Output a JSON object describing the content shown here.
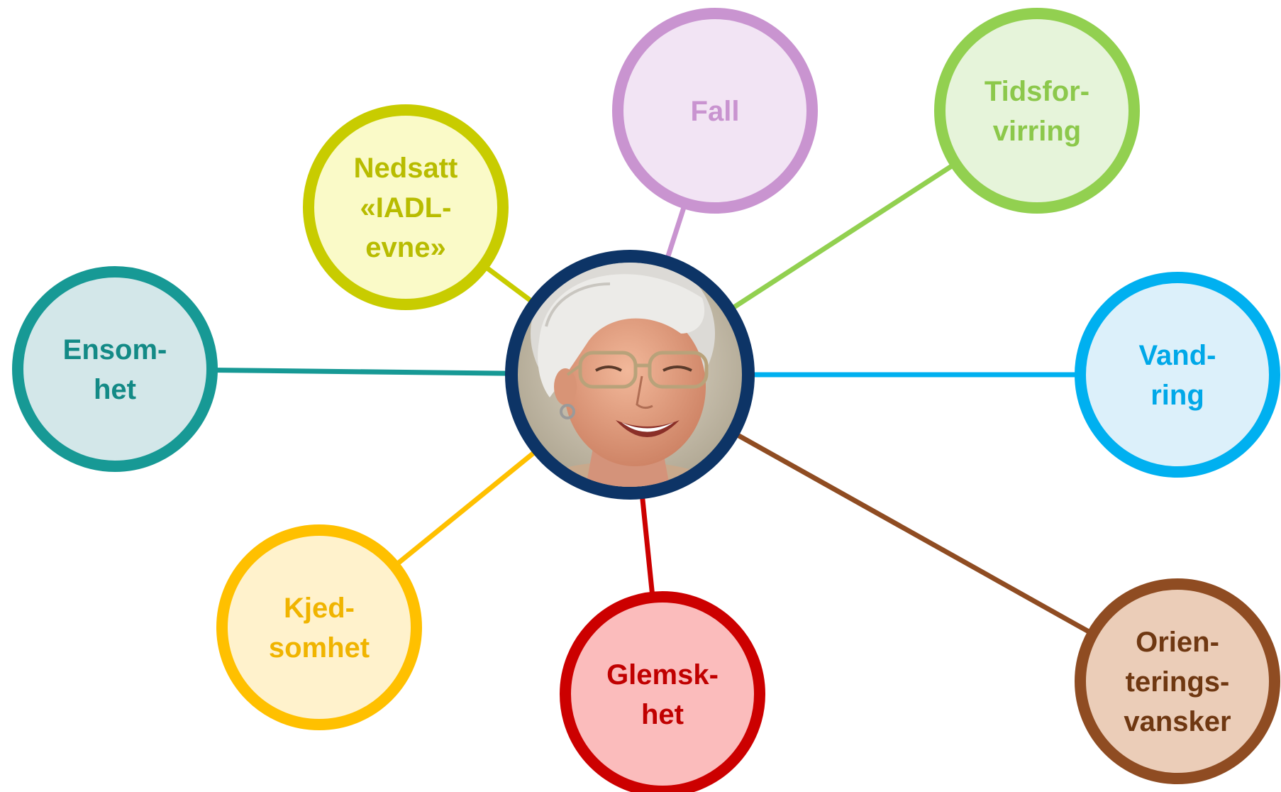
{
  "diagram": {
    "center": {
      "label": "Smiling elderly woman with white hair and glasses",
      "ring_color": "#0d3466"
    },
    "nodes": [
      {
        "id": "fall",
        "lines": [
          "Fall"
        ],
        "stroke": "#c994d0",
        "fill": "#f2e4f4",
        "text_color": "#c994d0"
      },
      {
        "id": "tidsforvirring",
        "lines": [
          "Tidsfor-",
          "virring"
        ],
        "stroke": "#92d050",
        "fill": "#e6f4da",
        "text_color": "#8cc84b"
      },
      {
        "id": "vandring",
        "lines": [
          "Vand-",
          "ring"
        ],
        "stroke": "#00b0f0",
        "fill": "#dcf0fa",
        "text_color": "#00a8e8"
      },
      {
        "id": "orienteringsvansker",
        "lines": [
          "Orien-",
          "terings-",
          "vansker"
        ],
        "stroke": "#8f4c22",
        "fill": "#ebcdb8",
        "text_color": "#6f3812"
      },
      {
        "id": "glemskhet",
        "lines": [
          "Glemsk-",
          "het"
        ],
        "stroke": "#cc0000",
        "fill": "#fbbcbc",
        "text_color": "#c00000"
      },
      {
        "id": "kjedsomhet",
        "lines": [
          "Kjed-",
          "somhet"
        ],
        "stroke": "#ffc000",
        "fill": "#fff2cc",
        "text_color": "#f0b400"
      },
      {
        "id": "ensomhet",
        "lines": [
          "Ensom-",
          "het"
        ],
        "stroke": "#179995",
        "fill": "#d3e7e9",
        "text_color": "#138a86"
      },
      {
        "id": "nedsatt-iadl-evne",
        "lines": [
          "Nedsatt",
          "«IADL-",
          "evne»"
        ],
        "stroke": "#c8cc00",
        "fill": "#fafac8",
        "text_color": "#b8bc00"
      }
    ]
  }
}
